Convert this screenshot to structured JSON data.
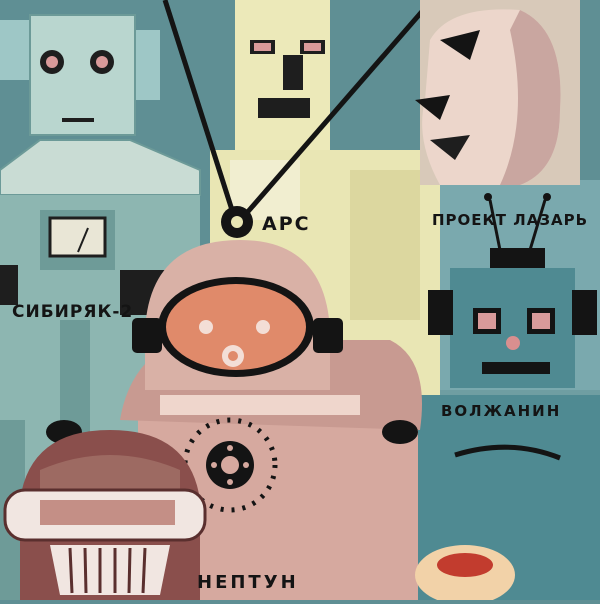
{
  "labels": {
    "ars": "АРС",
    "lazar": "ПРОЕКТ ЛАЗАРЬ",
    "sibiryak": "СИБИРЯК-2",
    "volzhanin": "ВОЛЖАНИН",
    "neptun": "НЕПТУН"
  },
  "colors": {
    "background": "#5f8f94",
    "teal_robot": "#4f8a92",
    "cream_robot": "#e9e6b4",
    "pink_dome": "#d6a99f",
    "visor": "#e08a6a",
    "dark_head": "#8a4f4c",
    "ink": "#141414"
  }
}
